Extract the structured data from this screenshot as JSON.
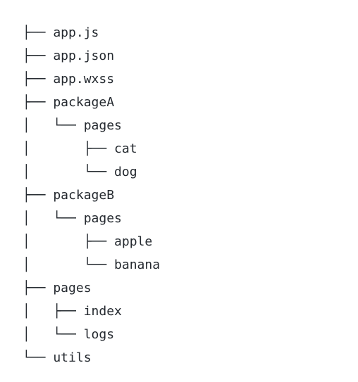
{
  "tree": {
    "lines": [
      "├── app.js",
      "├── app.json",
      "├── app.wxss",
      "├── packageA",
      "│   └── pages",
      "│       ├── cat",
      "│       └── dog",
      "├── packageB",
      "│   └── pages",
      "│       ├── apple",
      "│       └── banana",
      "├── pages",
      "│   ├── index",
      "│   └── logs",
      "└── utils"
    ]
  }
}
